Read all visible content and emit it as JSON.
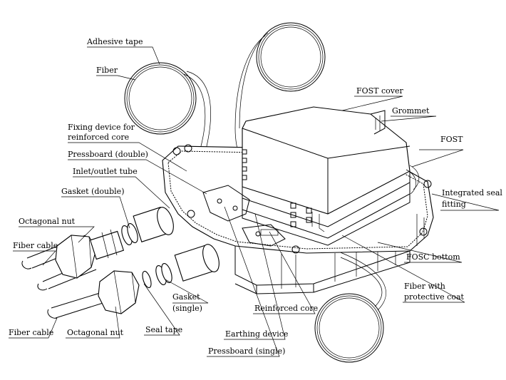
{
  "labels": {
    "adhesive_tape": "Adhesive tape",
    "fiber": "Fiber",
    "fost_cover": "FOST cover",
    "grommet": "Grommet",
    "fixing_device_line1": "Fixing device for",
    "fixing_device_line2": "reinforced core",
    "fost": "FOST",
    "pressboard_double": "Pressboard (double)",
    "inlet_outlet_tube": "Inlet/outlet tube",
    "gasket_double": "Gasket (double)",
    "integrated_seal_line1": "Integrated seal",
    "integrated_seal_line2": "fitting",
    "octagonal_nut_top": "Octagonal nut",
    "fiber_cable_top": "Fiber cable",
    "fosc_bottom": "FOSC bottom",
    "fiber_protective_line1": "Fiber with",
    "fiber_protective_line2": "protective coat",
    "gasket_single_line1": "Gasket",
    "gasket_single_line2": "(single)",
    "reinforced_core": "Reinforced core",
    "fiber_cable_bottom": "Fiber cable",
    "octagonal_nut_bottom": "Octagonal nut",
    "seal_tape": "Seal tape",
    "earthing_device": "Earthing device",
    "pressboard_single": "Pressboard (single)"
  }
}
